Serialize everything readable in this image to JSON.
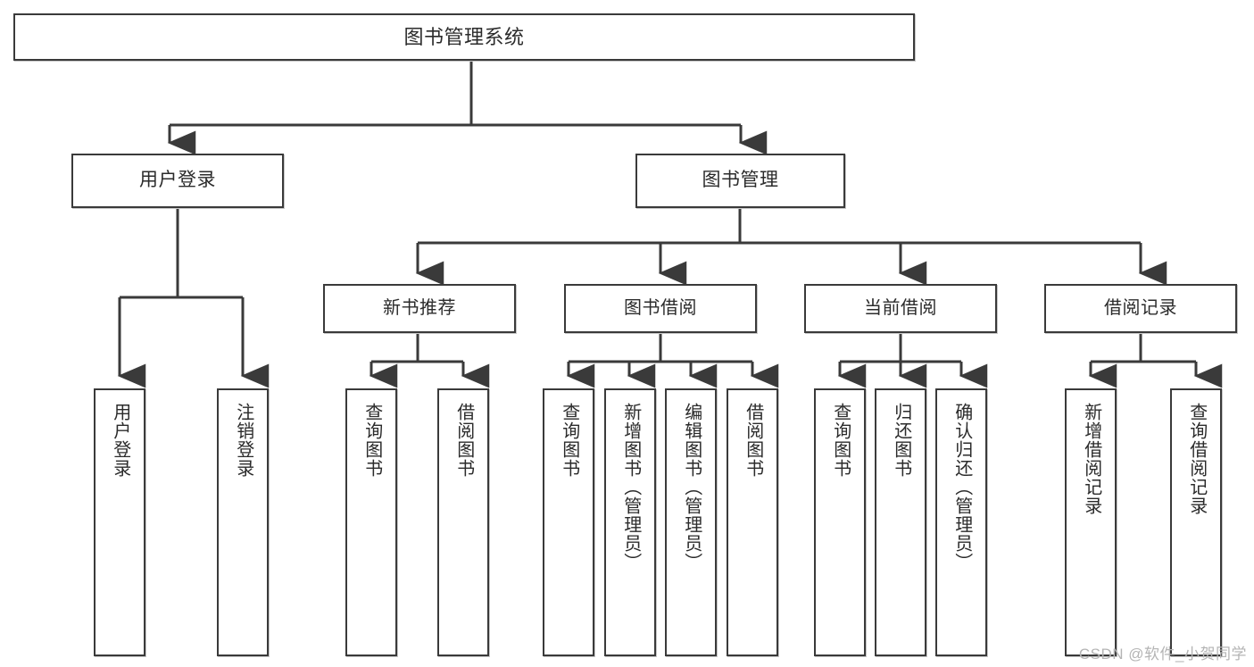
{
  "diagram": {
    "title": "图书管理系统",
    "type": "hierarchy-tree",
    "stroke_color": "#3a3a3a",
    "fill_color": "#ffffff",
    "text_color": "#2b2b2b",
    "root": {
      "label": "图书管理系统"
    },
    "level1": [
      {
        "label": "用户登录"
      },
      {
        "label": "图书管理"
      }
    ],
    "level2": [
      {
        "label": "新书推荐"
      },
      {
        "label": "图书借阅"
      },
      {
        "label": "当前借阅"
      },
      {
        "label": "借阅记录"
      }
    ],
    "leaves": {
      "user_login": [
        {
          "label": "用户登录"
        },
        {
          "label": "注销登录"
        }
      ],
      "new_book_recommend": [
        {
          "label": "查询图书"
        },
        {
          "label": "借阅图书"
        }
      ],
      "book_borrow": [
        {
          "label": "查询图书"
        },
        {
          "label": "新增图书（管理员）"
        },
        {
          "label": "编辑图书（管理员）"
        },
        {
          "label": "借阅图书"
        }
      ],
      "current_borrow": [
        {
          "label": "查询图书"
        },
        {
          "label": "归还图书"
        },
        {
          "label": "确认归还（管理员）"
        }
      ],
      "borrow_record": [
        {
          "label": "新增借阅记录"
        },
        {
          "label": "查询借阅记录"
        }
      ]
    }
  },
  "watermark": {
    "text": "CSDN @软件_小贺同学"
  }
}
